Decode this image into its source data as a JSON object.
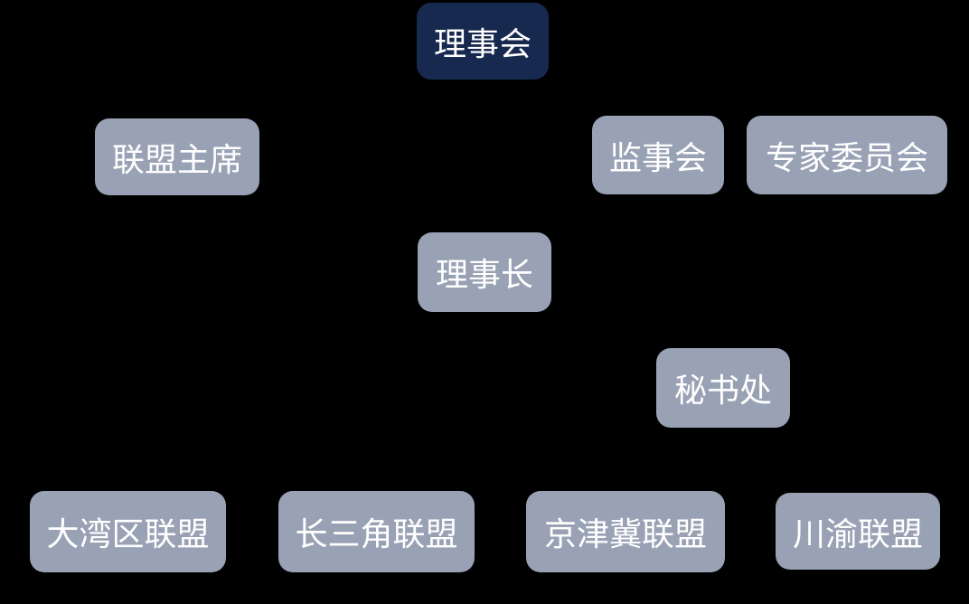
{
  "diagram": {
    "type": "org-chart",
    "background_color": "#000000",
    "colors": {
      "primary_node": "#17294f",
      "secondary_node": "#99a2b5",
      "node_text": "#ffffff"
    },
    "nodes": [
      {
        "id": "board",
        "label": "理事会",
        "variant": "primary"
      },
      {
        "id": "alliance-chairman",
        "label": "联盟主席",
        "variant": "secondary"
      },
      {
        "id": "supervisory-board",
        "label": "监事会",
        "variant": "secondary"
      },
      {
        "id": "expert-committee",
        "label": "专家委员会",
        "variant": "secondary"
      },
      {
        "id": "council-chairman",
        "label": "理事长",
        "variant": "secondary"
      },
      {
        "id": "secretariat",
        "label": "秘书处",
        "variant": "secondary"
      },
      {
        "id": "greater-bay",
        "label": "大湾区联盟",
        "variant": "secondary"
      },
      {
        "id": "yangtze-delta",
        "label": "长三角联盟",
        "variant": "secondary"
      },
      {
        "id": "jingjinji",
        "label": "京津冀联盟",
        "variant": "secondary"
      },
      {
        "id": "chuanyu",
        "label": "川渝联盟",
        "variant": "secondary"
      }
    ]
  }
}
